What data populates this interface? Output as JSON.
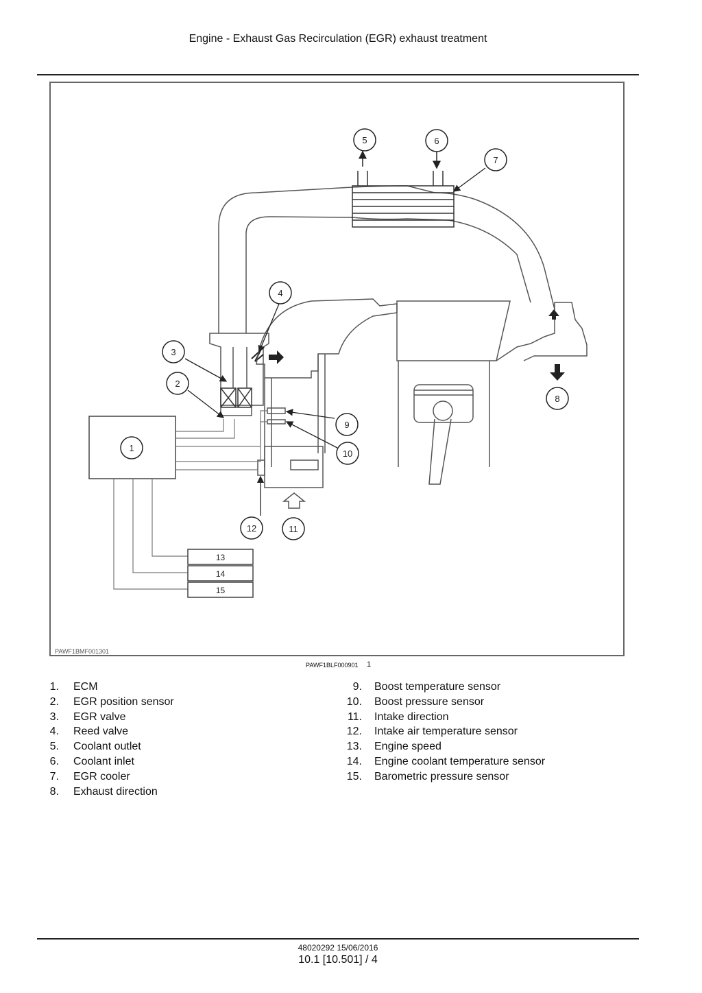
{
  "header": {
    "title": "Engine - Exhaust Gas Recirculation (EGR) exhaust treatment"
  },
  "figure": {
    "image_code": "PAWF1BMF001301",
    "reference": "PAWF1BLF000901",
    "number": "1",
    "callouts": [
      "1",
      "2",
      "3",
      "4",
      "5",
      "6",
      "7",
      "8",
      "9",
      "10",
      "11",
      "12",
      "13",
      "14",
      "15"
    ],
    "boxes": [
      "13",
      "14",
      "15"
    ]
  },
  "legend": {
    "left": [
      {
        "num": "1.",
        "label": "ECM"
      },
      {
        "num": "2.",
        "label": "EGR position sensor"
      },
      {
        "num": "3.",
        "label": "EGR valve"
      },
      {
        "num": "4.",
        "label": "Reed valve"
      },
      {
        "num": "5.",
        "label": "Coolant outlet"
      },
      {
        "num": "6.",
        "label": "Coolant inlet"
      },
      {
        "num": "7.",
        "label": "EGR cooler"
      },
      {
        "num": "8.",
        "label": "Exhaust direction"
      }
    ],
    "right": [
      {
        "num": "9.",
        "label": "Boost temperature sensor"
      },
      {
        "num": "10.",
        "label": "Boost pressure sensor"
      },
      {
        "num": "11.",
        "label": "Intake direction"
      },
      {
        "num": "12.",
        "label": "Intake air temperature sensor"
      },
      {
        "num": "13.",
        "label": "Engine speed"
      },
      {
        "num": "14.",
        "label": "Engine coolant temperature sensor"
      },
      {
        "num": "15.",
        "label": "Barometric pressure sensor"
      }
    ]
  },
  "footer": {
    "doc_id": "48020292 15/06/2016",
    "page_ref": "10.1 [10.501] / 4"
  }
}
